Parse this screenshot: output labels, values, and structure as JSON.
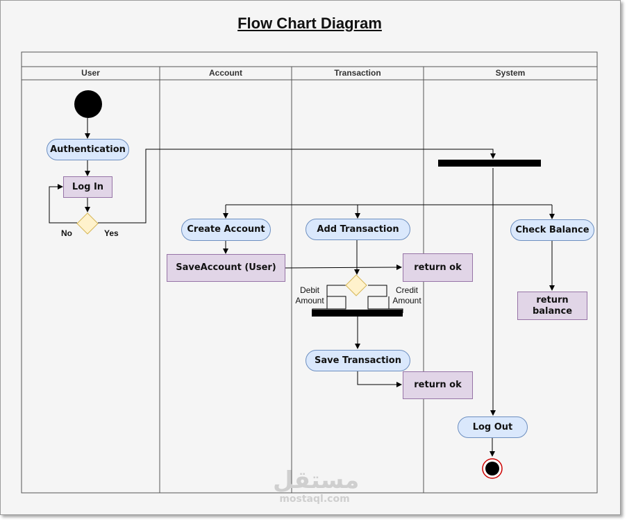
{
  "diagram": {
    "title": "Flow Chart Diagram",
    "lanes": {
      "user": "User",
      "account": "Account",
      "transaction": "Transaction",
      "system": "System"
    },
    "nodes": {
      "authentication": "Authentication",
      "log_in": "Log In",
      "create_account": "Create Account",
      "save_account": "SaveAccount (User)",
      "return_ok_1": "return ok",
      "add_transaction": "Add Transaction",
      "save_transaction": "Save Transaction",
      "return_ok_2": "return ok",
      "check_balance": "Check Balance",
      "return_balance": "return balance",
      "log_out": "Log Out"
    },
    "edge_labels": {
      "no": "No",
      "yes": "Yes",
      "debit": "Debit Amount",
      "credit": "Credit Amount"
    },
    "colors": {
      "activity_fill": "#dae8fc",
      "activity_stroke": "#6c8ebf",
      "action_fill": "#e1d5e7",
      "action_stroke": "#9673a6",
      "decision_fill": "#fff2cc",
      "decision_stroke": "#d6b656",
      "end_ring": "#cc0000"
    }
  },
  "watermark": {
    "arabic": "مستقل",
    "latin": "mostaql.com"
  }
}
